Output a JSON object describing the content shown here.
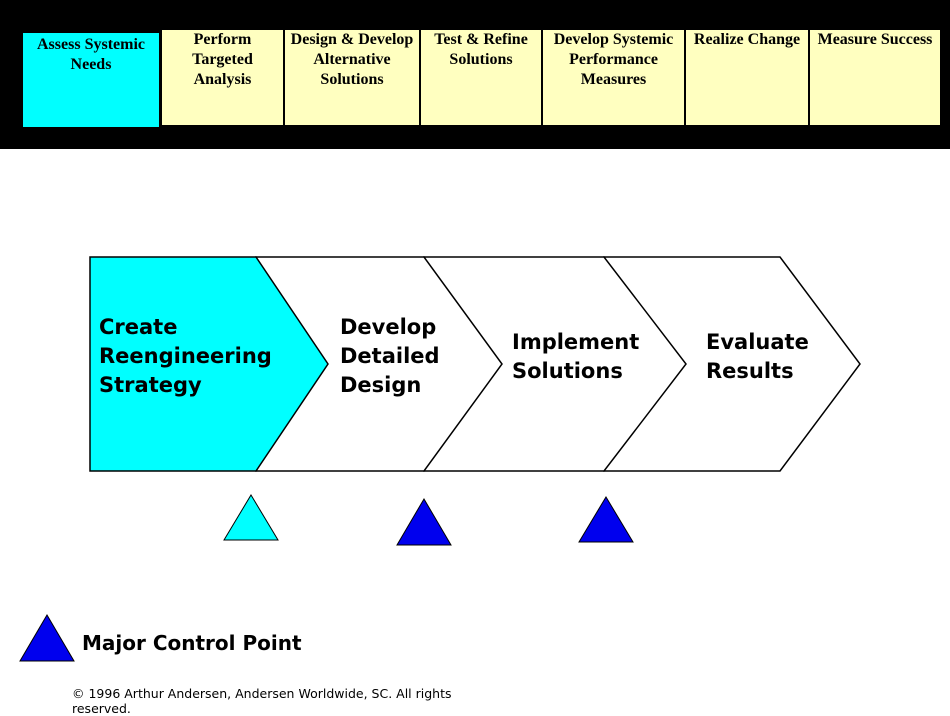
{
  "phases": [
    {
      "label": "Assess Systemic\nNeeds",
      "active": true
    },
    {
      "label": "Perform\nTargeted\nAnalysis",
      "active": false
    },
    {
      "label": "Design & Develop\nAlternative\nSolutions",
      "active": false
    },
    {
      "label": "Test & Refine\nSolutions",
      "active": false
    },
    {
      "label": "Develop Systemic\nPerformance\nMeasures",
      "active": false
    },
    {
      "label": "Realize Change",
      "active": false
    },
    {
      "label": "Measure Success",
      "active": false
    }
  ],
  "steps": [
    {
      "label": "Create\nReengineering\nStrategy",
      "highlighted": true
    },
    {
      "label": "Develop\nDetailed\nDesign",
      "highlighted": false
    },
    {
      "label": "Implement\nSolutions",
      "highlighted": false
    },
    {
      "label": "Evaluate\nResults",
      "highlighted": false
    }
  ],
  "control_points": [
    {
      "style": "cyan"
    },
    {
      "style": "blue"
    },
    {
      "style": "blue"
    }
  ],
  "legend": {
    "label": "Major Control Point"
  },
  "copyright": "© 1996 Arthur Andersen, Andersen Worldwide, SC. All rights reserved.",
  "colors": {
    "active_fill": "#00ffff",
    "phase_fill": "#ffffc0",
    "control_blue": "#0000ee",
    "control_cyan": "#00ffff",
    "band": "#000000"
  }
}
